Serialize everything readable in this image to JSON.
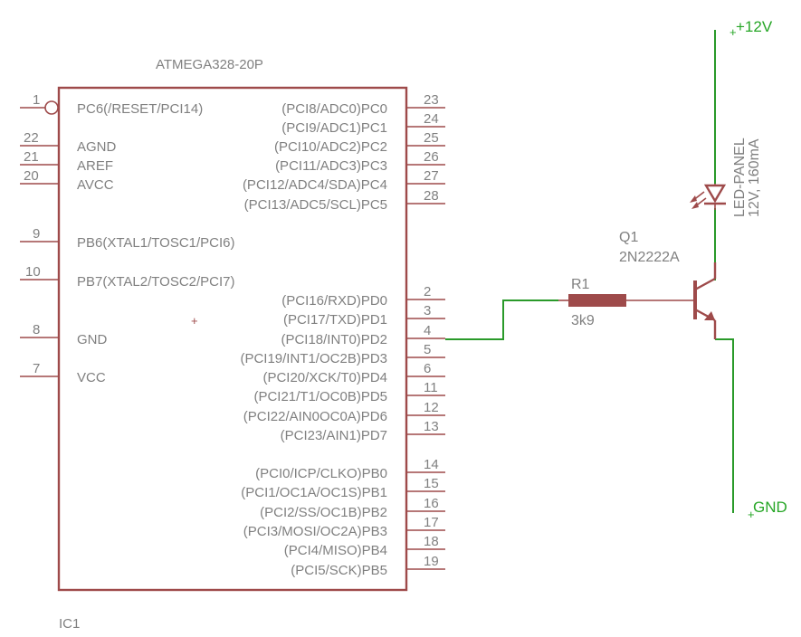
{
  "ic": {
    "part_number": "ATMEGA328-20P",
    "designator": "IC1",
    "pins_left": [
      {
        "num": "1",
        "name": "PC6(/RESET/PCI14)",
        "inverted": true
      },
      {
        "num": "22",
        "name": "AGND"
      },
      {
        "num": "21",
        "name": "AREF"
      },
      {
        "num": "20",
        "name": "AVCC"
      },
      {
        "num": "9",
        "name": "PB6(XTAL1/TOSC1/PCI6)"
      },
      {
        "num": "10",
        "name": "PB7(XTAL2/TOSC2/PCI7)"
      },
      {
        "num": "8",
        "name": "GND"
      },
      {
        "num": "7",
        "name": "VCC"
      }
    ],
    "pins_right": [
      {
        "num": "23",
        "name": "(PCI8/ADC0)PC0"
      },
      {
        "num": "24",
        "name": "(PCI9/ADC1)PC1"
      },
      {
        "num": "25",
        "name": "(PCI10/ADC2)PC2"
      },
      {
        "num": "26",
        "name": "(PCI11/ADC3)PC3"
      },
      {
        "num": "27",
        "name": "(PCI12/ADC4/SDA)PC4"
      },
      {
        "num": "28",
        "name": "(PCI13/ADC5/SCL)PC5"
      },
      {
        "num": "2",
        "name": "(PCI16/RXD)PD0"
      },
      {
        "num": "3",
        "name": "(PCI17/TXD)PD1"
      },
      {
        "num": "4",
        "name": "(PCI18/INT0)PD2"
      },
      {
        "num": "5",
        "name": "(PCI19/INT1/OC2B)PD3"
      },
      {
        "num": "6",
        "name": "(PCI20/XCK/T0)PD4"
      },
      {
        "num": "11",
        "name": "(PCI21/T1/OC0B)PD5"
      },
      {
        "num": "12",
        "name": "(PCI22/AIN0OC0A)PD6"
      },
      {
        "num": "13",
        "name": "(PCI23/AIN1)PD7"
      },
      {
        "num": "14",
        "name": "(PCI0/ICP/CLKO)PB0"
      },
      {
        "num": "15",
        "name": "(PCI1/OC1A/OC1S)PB1"
      },
      {
        "num": "16",
        "name": "(PCI2/SS/OC1B)PB2"
      },
      {
        "num": "17",
        "name": "(PCI3/MOSI/OC2A)PB3"
      },
      {
        "num": "18",
        "name": "(PCI4/MISO)PB4"
      },
      {
        "num": "19",
        "name": "(PCI5/SCK)PB5"
      }
    ]
  },
  "resistor": {
    "designator": "R1",
    "value": "3k9"
  },
  "transistor": {
    "designator": "Q1",
    "value": "2N2222A"
  },
  "led": {
    "name": "LED-PANEL",
    "rating": "12V, 160mA"
  },
  "nets": {
    "supply": "+12V",
    "ground": "GND"
  },
  "colors": {
    "part": "#9e4a4a",
    "wire": "#2a9a2a",
    "text": "#808080"
  }
}
